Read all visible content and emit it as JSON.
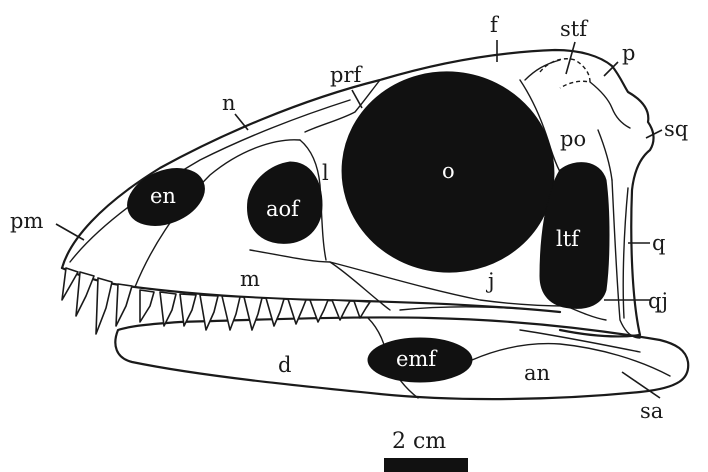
{
  "labels": {
    "f": "f",
    "stf": "stf",
    "p": "p",
    "prf": "prf",
    "n": "n",
    "sq": "sq",
    "po": "po",
    "o": "o",
    "l": "l",
    "en": "en",
    "aof": "aof",
    "pm": "pm",
    "ltf": "ltf",
    "q": "q",
    "m": "m",
    "j": "j",
    "qj": "qj",
    "d": "d",
    "emf": "emf",
    "an": "an",
    "sa": "sa"
  },
  "scale_bar": {
    "label": "2 cm"
  }
}
